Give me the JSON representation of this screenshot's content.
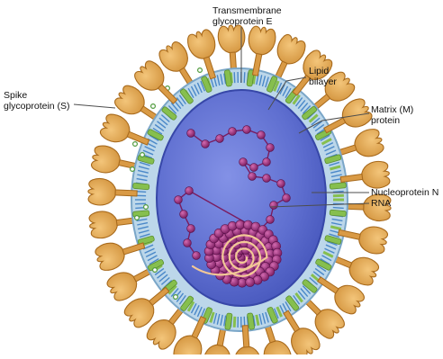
{
  "labels": {
    "transmembrane": {
      "line1": "Transmembrane",
      "line2": "glycoprotein E"
    },
    "lipid": {
      "line1": "Lipid",
      "line2": "bilayer"
    },
    "spike": {
      "line1": "Spike",
      "line2": "glycoprotein (S)"
    },
    "matrix": {
      "line1": "Matrix (M)",
      "line2": "protein"
    },
    "nucleo": {
      "line1": "Nucleoprotein N",
      "line2": "RNA"
    }
  },
  "colors": {
    "spike": "#e0a24a",
    "spike_edge": "#a86a1c",
    "envelope": "#bcd7ea",
    "core": "#5f6fd0",
    "core_edge": "#3747a8",
    "membrane_blue": "#4a88c8",
    "membrane_green": "#86bf4e",
    "nucleocapsid": "#9a2a7a",
    "rna": "#f2c896",
    "leader": "#4d4d4d"
  }
}
